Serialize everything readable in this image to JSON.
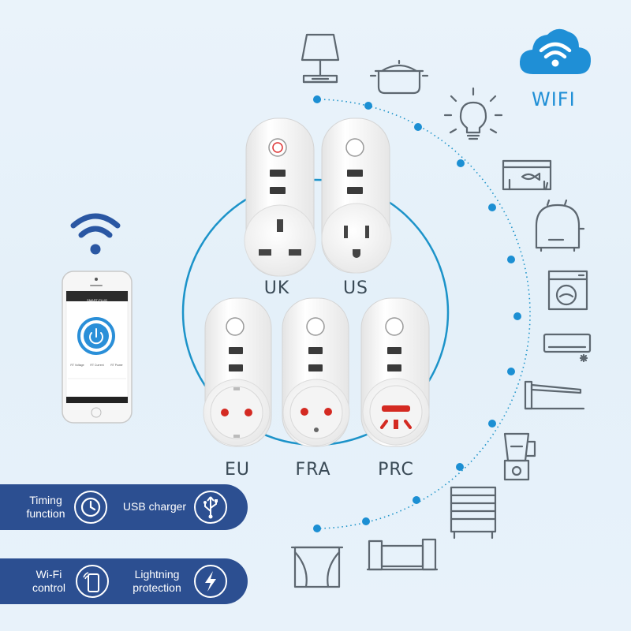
{
  "wifi_label": "WIFI",
  "plugs": [
    {
      "label": "UK"
    },
    {
      "label": "US"
    },
    {
      "label": "EU"
    },
    {
      "label": "FRA"
    },
    {
      "label": "PRC"
    }
  ],
  "features": [
    {
      "label": "Timing\nfunction",
      "icon": "clock-icon"
    },
    {
      "label": "USB charger",
      "icon": "usb-icon"
    },
    {
      "label": "Wi-Fi\ncontrol",
      "icon": "phone-wifi-icon"
    },
    {
      "label": "Lightning\nprotection",
      "icon": "lightning-icon"
    }
  ],
  "phone": {
    "app_title": "SMART-PLUG",
    "stats": [
      "RT Voltage",
      "RT Current",
      "RT Power"
    ]
  },
  "appliances": [
    "lamp-icon",
    "pot-icon",
    "bulb-icon",
    "aquarium-icon",
    "toaster-icon",
    "washing-machine-icon",
    "air-conditioner-icon",
    "gate-barrier-icon",
    "blender-icon",
    "shutter-icon",
    "sliding-gate-icon",
    "curtain-icon"
  ],
  "colors": {
    "accent_blue": "#1f8fd6",
    "pill_navy": "#2c4f91",
    "icon_gray": "#5d6770",
    "socket_red": "#d42a22"
  }
}
